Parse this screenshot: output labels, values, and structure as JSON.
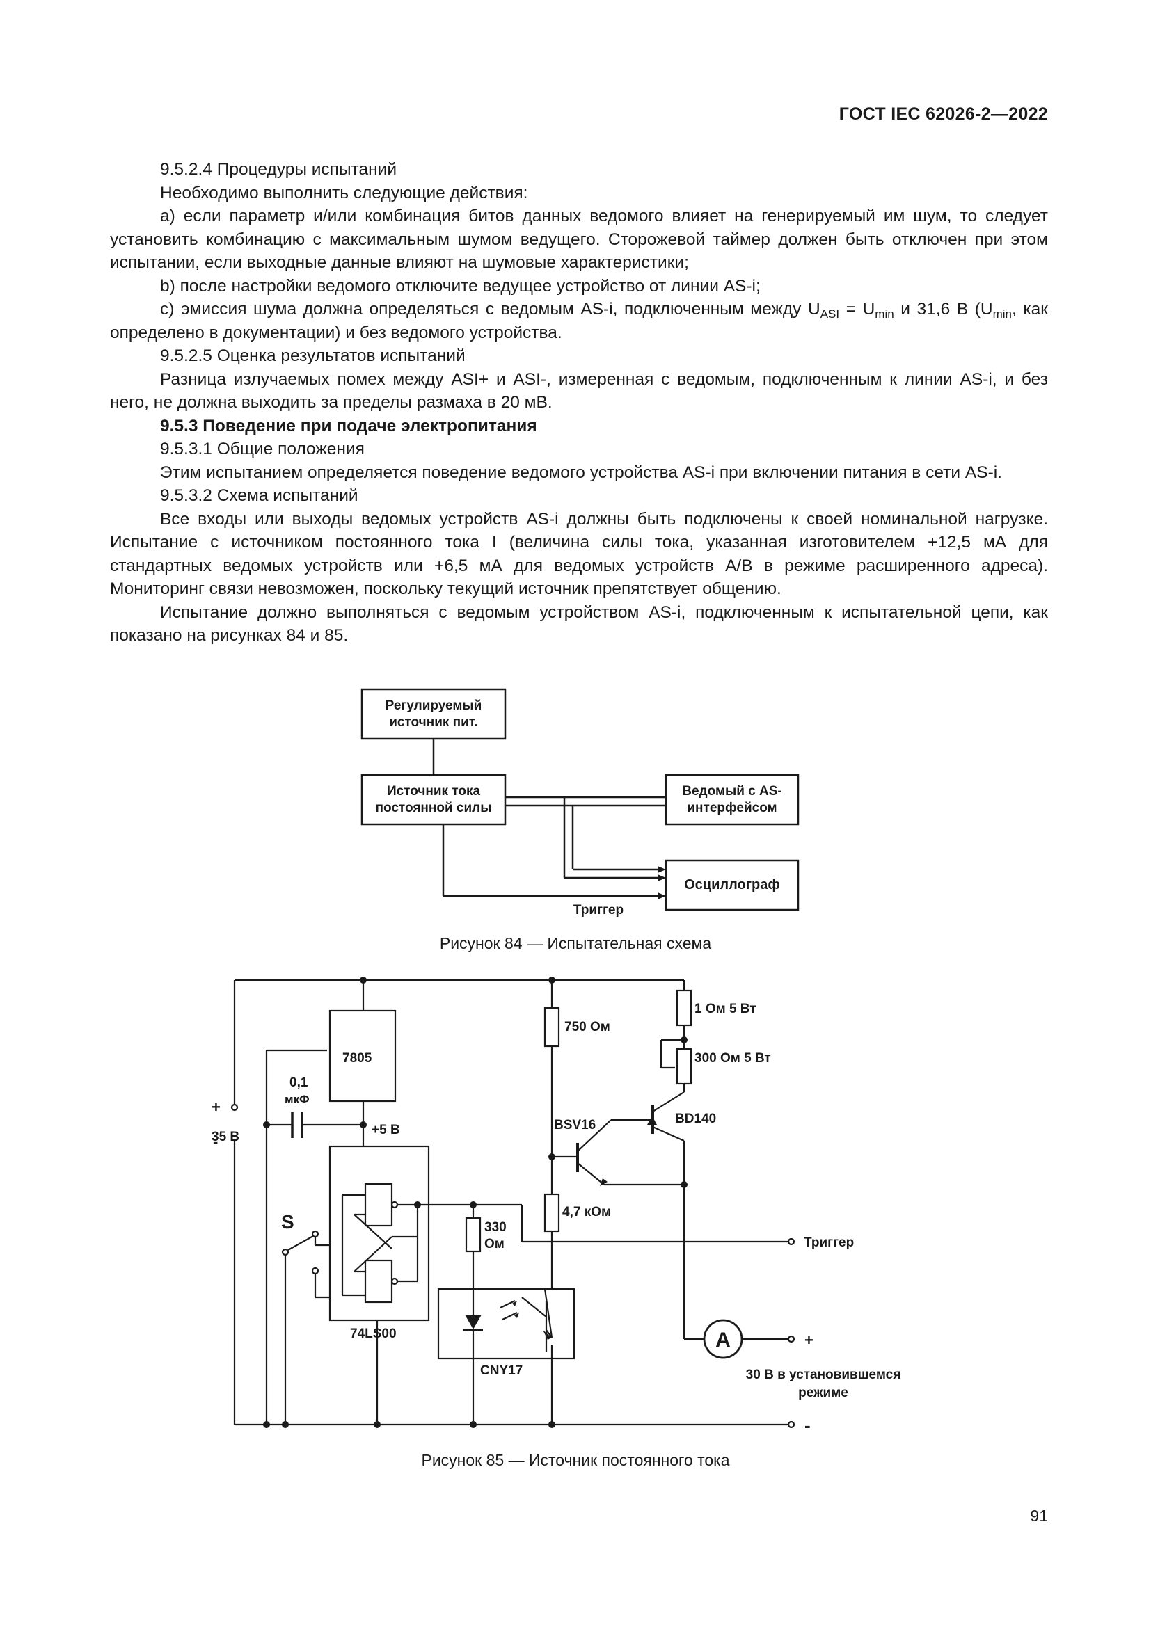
{
  "header": {
    "doc_code": "ГОСТ IEC 62026-2—2022"
  },
  "paragraphs": [
    {
      "text": "9.5.2.4 Процедуры испытаний"
    },
    {
      "text": "Необходимо выполнить следующие действия:"
    },
    {
      "text": "a) если параметр и/или комбинация битов данных ведомого влияет на генерируемый им шум, то следует установить комбинацию с максимальным шумом ведущего. Сторожевой таймер должен быть отключен при этом испытании, если выходные данные влияют на шумовые характеристики;"
    },
    {
      "text": "b) после настройки ведомого отключите ведущее устройство от линии AS-i;"
    },
    {
      "text": "c) эмиссия шума должна определяться с ведомым AS-i, подключенным между U",
      "sub1": "ASI",
      "mid": " = U",
      "sub2": "min",
      "tail": " и 31,6 В (U",
      "sub3": "min",
      "end": ", как определено в документации) и без ведомого устройства."
    },
    {
      "text": "9.5.2.5 Оценка результатов испытаний"
    },
    {
      "text": "Разница излучаемых помех между ASI+ и ASI-, измеренная с ведомым, подключенным к линии AS-i, и без него, не должна выходить за пределы размаха в 20 мВ."
    },
    {
      "text": "9.5.3 Поведение при подаче электропитания"
    },
    {
      "text": "9.5.3.1 Общие положения"
    },
    {
      "text": "Этим испытанием определяется поведение ведомого устройства AS-i при включении питания в сети AS-i."
    },
    {
      "text": "9.5.3.2 Схема испытаний"
    },
    {
      "text": "Все входы или выходы ведомых устройств AS-i должны быть подключены к своей номинальной нагрузке. Испытание с источником постоянного тока I (величина силы тока, указанная изготовителем +12,5 мА для стандартных ведомых устройств или +6,5 мА для ведомых устройств A/B в режиме расширенного адреса). Мониторинг связи невозможен, поскольку текущий источник препятствует общению."
    },
    {
      "text": "Испытание должно выполняться с ведомым устройством AS-i, подключенным к испытательной цепи, как показано на рисунках 84 и 85."
    }
  ],
  "figure84": {
    "box_supply": [
      "Регулируемый",
      "источник пит."
    ],
    "box_current": [
      "Источник тока",
      "постоянной силы"
    ],
    "box_slave": [
      "Ведомый с AS-",
      "интерфейсом"
    ],
    "box_scope": "Осциллограф",
    "trigger": "Триггер",
    "caption": "Рисунок 84 — Испытательная схема"
  },
  "figure85": {
    "regulator": "7805",
    "cap_value": "0,1",
    "cap_unit": "мкФ",
    "plus5v": "+5 В",
    "plus": "+",
    "minus": "-",
    "supply_voltage": "35 В",
    "switch": "S",
    "logic_ic": "74LS00",
    "r_330_a": "330",
    "r_330_b": "Ом",
    "optocoupler": "CNY17",
    "r_750": "750 Ом",
    "r_4k7": "4,7 кОм",
    "r_1ohm": "1 Ом 5 Вт",
    "r_300": "300 Ом 5 Вт",
    "q1": "BSV16",
    "q2": "BD140",
    "trigger": "Триггер",
    "ammeter": "A",
    "out_plus": "+",
    "out_minus": "-",
    "out_text_1": "30 В в установившемся",
    "out_text_2": "режиме",
    "caption": "Рисунок 85 — Источник постоянного тока"
  },
  "page_number": "91"
}
